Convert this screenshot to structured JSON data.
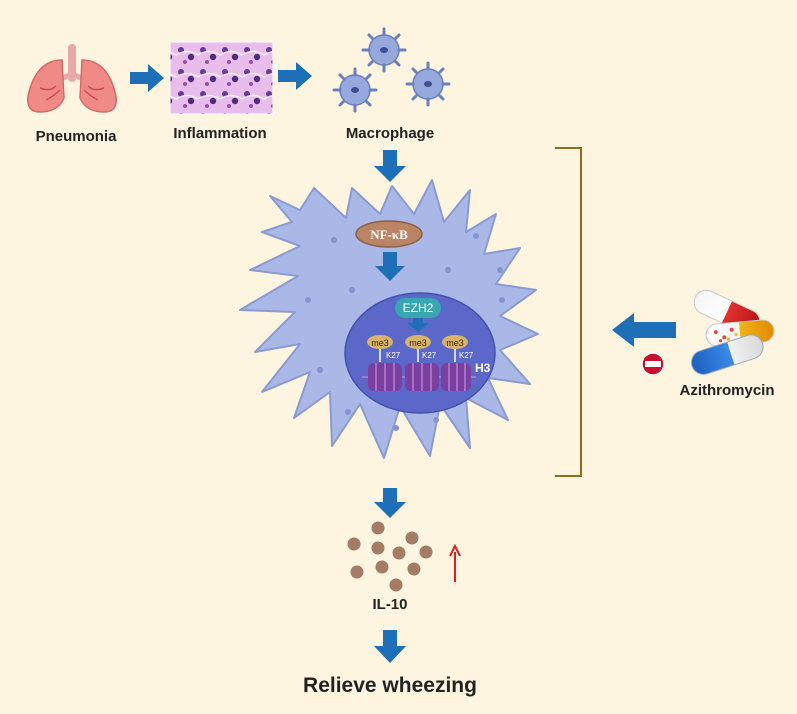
{
  "labels": {
    "pneumonia": "Pneumonia",
    "inflammation": "Inflammation",
    "macrophage": "Macrophage",
    "nfkb": "NF-κB",
    "ezh2": "EZH2",
    "me3": "me3",
    "k27": "K27",
    "h3": "H3",
    "il10": "IL-10",
    "azithromycin": "Azithromycin",
    "relieve": "Relieve wheezing"
  },
  "colors": {
    "background": "#fdf5df",
    "arrow_blue": "#1f6fb8",
    "cell_body": "#a9b8e6",
    "nucleus": "#5b67c9",
    "nfkb_badge": "#b98566",
    "ezh2_badge": "#3aa6b2",
    "histone": "#7b3fa0",
    "il10_dot": "#a47b65",
    "bracket": "#8b6d1a",
    "up_arrow": "#e02020",
    "inhibit": "#c8102e"
  },
  "icons": [
    "lungs-icon",
    "tissue-histology-image",
    "macrophage-icon",
    "pill-capsule-icon",
    "inhibit-sign-icon"
  ]
}
